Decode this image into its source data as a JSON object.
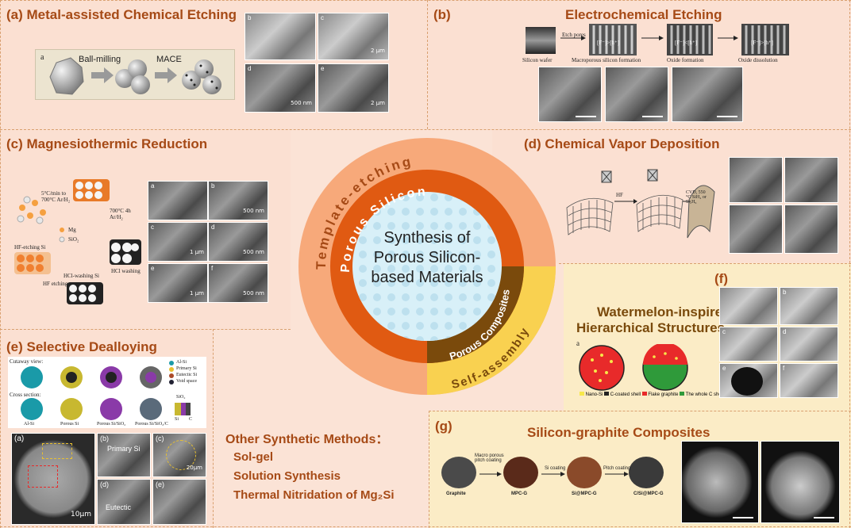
{
  "panels": {
    "a": {
      "title": "(a)  Metal-assisted Chemical Etching",
      "label_a": "a",
      "step1": "Ball-milling",
      "step2": "MACE",
      "imgs": [
        {
          "l": "b",
          "s": ""
        },
        {
          "l": "c",
          "s": "2 μm"
        },
        {
          "l": "d",
          "s": "500 nm"
        },
        {
          "l": "e",
          "s": "2 μm"
        }
      ]
    },
    "b": {
      "label": "(b)",
      "title": "Electrochemical Etching",
      "wafer": "Silicon wafer",
      "etch": "Etch pores",
      "macro": "Macroporous silicon formation",
      "oxide": "Oxide formation",
      "dissolution": "Oxide dissolution",
      "ion1": "[F⁻]>[h⁺]",
      "ion2": "[F⁻]<[h⁺]",
      "ion3": "[F⁻]>[h⁺]"
    },
    "c": {
      "title": "(c)  Magnesiothermic Reduction",
      "temp": "5°C/min to 700°C Ar/H₂",
      "mg": "Mg",
      "sio2": "SiO₂",
      "hf_etch": "HF-etching Si",
      "hf": "HF etching",
      "hcl_si": "HCl-washing Si",
      "hcl": "HCl washing",
      "cond": "700°C 4h Ar/H₂",
      "imgs": [
        {
          "l": "a",
          "s": ""
        },
        {
          "l": "b",
          "s": "500 nm"
        },
        {
          "l": "c",
          "s": "1 μm"
        },
        {
          "l": "d",
          "s": "500 nm"
        },
        {
          "l": "e",
          "s": "1 μm"
        },
        {
          "l": "f",
          "s": "500 nm"
        }
      ]
    },
    "d": {
      "title": "(d)  Chemical Vapor Deposition",
      "hf": "HF",
      "cvd": "CVD, 550 °C SiH₄ or Si₂H₆"
    },
    "e": {
      "title": "(e)   Selective Dealloying",
      "cutaway": "Cutaway view:",
      "cross": "Cross section:",
      "legend": [
        "Al-Si",
        "Primary Si",
        "Eutectic Si",
        "Void space"
      ],
      "stages": [
        "Al-Si",
        "Porous Si",
        "Porous Si/SiO₂",
        "Porous Si/SiO₂/C"
      ],
      "layers": "SiO₂",
      "si": "Si",
      "c": "C",
      "sem_a": "(a)",
      "sem_b": "(b)",
      "sem_c": "(c)",
      "sem_d": "(d)",
      "sem_e": "(e)",
      "primary": "Primary Si",
      "eutectic": "Eutectic",
      "scale_a": "10μm",
      "scale_c": "20μm"
    },
    "f": {
      "label": "(f)",
      "title1": "Watermelon-inspired",
      "title2": "Hierarchical Structures",
      "label_a": "a",
      "legend": [
        "Nano-Si",
        "C-coated shell",
        "Flake graphite",
        "The whole C shell"
      ],
      "imgs": [
        {
          "l": "",
          "s": ""
        },
        {
          "l": "b",
          "s": ""
        },
        {
          "l": "c",
          "s": ""
        },
        {
          "l": "d",
          "s": ""
        },
        {
          "l": "e",
          "s": ""
        },
        {
          "l": "f",
          "s": ""
        }
      ]
    },
    "g": {
      "label": "(g)",
      "title": "Silicon-graphite Composites",
      "step1": "Macro porous pitch coating",
      "step2": "Si coating",
      "step3": "Pitch coating",
      "names": [
        "Graphite",
        "MPC-G",
        "Si@MPC-G",
        "C/Si@MPC-G"
      ]
    }
  },
  "center": {
    "line1": "Synthesis of",
    "line2": "Porous Silicon-",
    "line3": "based Materials",
    "outer_top": "Template-etching",
    "inner_top": "Porous Silicon",
    "inner_br": "Porous Composites",
    "outer_br": "Self-assembly"
  },
  "other": {
    "title": "Other Synthetic Methods：",
    "items": [
      "Sol-gel",
      "Solution Synthesis",
      "Thermal Nitridation of Mg₂Si"
    ]
  },
  "colors": {
    "outer_ring": "#f7a97a",
    "inner_ring": "#e05a12",
    "core": "#d8f0f8",
    "dark_brown": "#7a4a0c",
    "yellow": "#f9d150",
    "title": "#a64a16"
  }
}
